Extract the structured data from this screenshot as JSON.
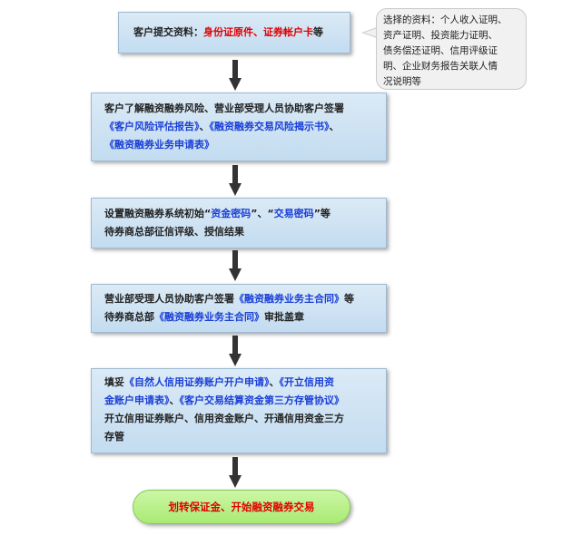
{
  "steps": [
    {
      "parts": [
        {
          "text": "客户提交资料：",
          "style": "normal"
        },
        {
          "text": "身份证原件、证券帐户卡",
          "style": "red"
        },
        {
          "text": "等",
          "style": "normal"
        }
      ]
    },
    {
      "lines": [
        [
          {
            "text": "客户了解融资融券风险、营业部受理人员协助客户签署",
            "style": "normal"
          }
        ],
        [
          {
            "text": "《客户风险评估报告》",
            "style": "hl"
          },
          {
            "text": "、",
            "style": "normal"
          },
          {
            "text": "《融资融券交易风险揭示书》",
            "style": "hl"
          },
          {
            "text": "、",
            "style": "normal"
          }
        ],
        [
          {
            "text": "《融资融券业务申请表》",
            "style": "hl"
          }
        ]
      ]
    },
    {
      "lines": [
        [
          {
            "text": "设置融资融券系统初始“",
            "style": "normal"
          },
          {
            "text": "资金密码",
            "style": "hl"
          },
          {
            "text": "”、“",
            "style": "normal"
          },
          {
            "text": "交易密码",
            "style": "hl"
          },
          {
            "text": "”等",
            "style": "normal"
          }
        ],
        [
          {
            "text": "待券商总部征信评级、授信结果",
            "style": "normal"
          }
        ]
      ]
    },
    {
      "lines": [
        [
          {
            "text": "营业部受理人员协助客户签署",
            "style": "normal"
          },
          {
            "text": "《融资融券业务主合同》",
            "style": "hl"
          },
          {
            "text": "等",
            "style": "normal"
          }
        ],
        [
          {
            "text": "待券商总部",
            "style": "normal"
          },
          {
            "text": "《融资融券业务主合同》",
            "style": "hl"
          },
          {
            "text": "审批盖章",
            "style": "normal"
          }
        ]
      ]
    },
    {
      "lines": [
        [
          {
            "text": "填妥",
            "style": "normal"
          },
          {
            "text": "《自然人信用证券账户开户申请》",
            "style": "hl"
          },
          {
            "text": "、",
            "style": "normal"
          },
          {
            "text": "《开立信用资",
            "style": "hl"
          }
        ],
        [
          {
            "text": "金账户申请表》",
            "style": "hl"
          },
          {
            "text": "、",
            "style": "normal"
          },
          {
            "text": "《客户交易结算资金第三方存管协议》",
            "style": "hl"
          }
        ],
        [
          {
            "text": "开立信用证券账户、信用资金账户、开通信用资金三方",
            "style": "normal"
          }
        ],
        [
          {
            "text": "存管",
            "style": "normal"
          }
        ]
      ]
    }
  ],
  "final_step": "划转保证金、开始融资融券交易",
  "note": {
    "lines": [
      "选择的资料：个人收入证明、",
      "资产证明、投资能力证明、",
      "债务偿还证明、信用评级证",
      "明、企业财务报告关联人情",
      "况说明等"
    ]
  },
  "colors": {
    "box_fill": "#c9e0f3",
    "highlight_text": "#1a3fd6",
    "emphasis_text": "#e00000",
    "final_fill": "#b5ee86",
    "note_fill": "#f1f1f1",
    "arrow": "#333333"
  }
}
